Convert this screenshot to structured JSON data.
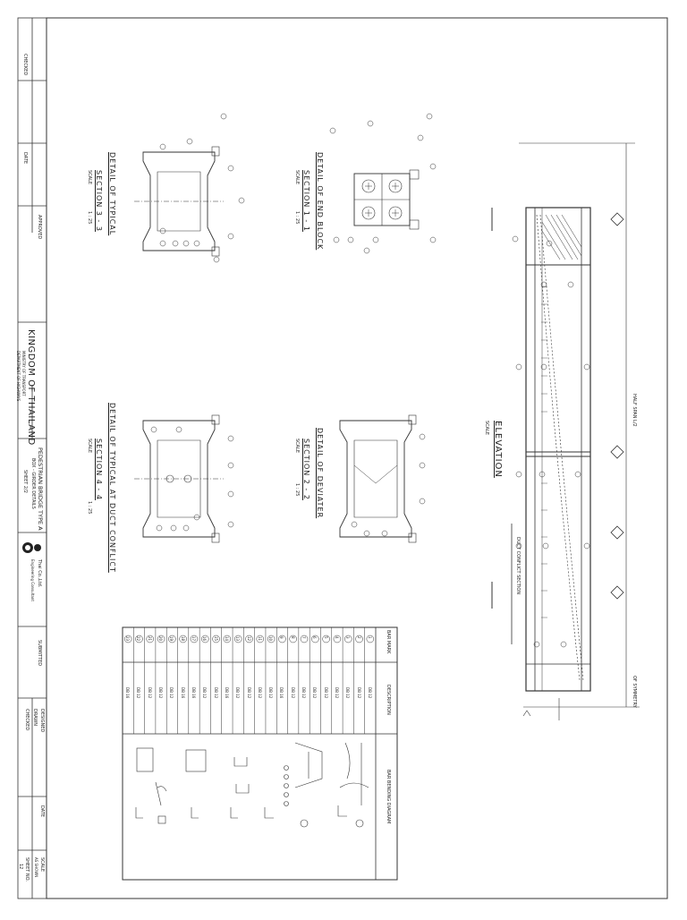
{
  "sheet": {
    "client": "KINGDOM OF THAILAND",
    "ministry": "MINISTRY OF TRANSPORT",
    "department": "DEPARTMENT OF HIGHWAYS",
    "project_title": "PEDESTRIAN BRIDGE TYPE A",
    "drawing_title": "BOX - GIRDER DETAILS",
    "sheet_no": "SHEET 2/2",
    "approved_label": "APPROVED",
    "submitted_label": "SUBMITTED",
    "designed_label": "DESIGNED",
    "drawn_label": "DRAWN",
    "checked_label": "CHECKED",
    "date_label": "DATE",
    "scale_label": "SCALE",
    "scale_value": "AS SHOWN",
    "sheet_label": "SHEET NO.",
    "sheet_value": "12",
    "company": "Thai Co.,Ltd.",
    "company_line": "Engineering Consultant"
  },
  "views": {
    "elevation": "ELEVATION",
    "half_span": "HALF SPAN L/2",
    "symmetry": "OF SYMMETRY",
    "duct_conflict": "DUCT CONFLICT SECTION",
    "section_3_title": "DETAIL OF TYPICAL",
    "section_3_label": "SECTION 3 - 3",
    "section_1_title": "DETAIL OF END BLOCK",
    "section_1_label": "SECTION 1 - 1",
    "section_4_title": "DETAIL OF TYPICAL AT DUCT CONFLICT",
    "section_4_label": "SECTION 4 - 4",
    "section_2_title": "DETAIL OF DEVIATER",
    "section_2_label": "SECTION 2 - 2",
    "scale_text": "SCALE",
    "scale_ratio": "1 : 25"
  },
  "bar_schedule": {
    "headers": [
      "BAR MARK",
      "DESCRIPTION",
      "BAR BENDING DIAGRAM"
    ],
    "rows": [
      {
        "mark": "1",
        "desc": "DB 12"
      },
      {
        "mark": "2",
        "desc": "DB 12"
      },
      {
        "mark": "3",
        "desc": "DB 12"
      },
      {
        "mark": "4",
        "desc": "DB 12"
      },
      {
        "mark": "5",
        "desc": "DB 12"
      },
      {
        "mark": "6",
        "desc": "DB 12"
      },
      {
        "mark": "7",
        "desc": "DB 12"
      },
      {
        "mark": "8",
        "desc": "DB 12"
      },
      {
        "mark": "9",
        "desc": "DB 16"
      },
      {
        "mark": "10",
        "desc": "DB 12"
      },
      {
        "mark": "11",
        "desc": "DB 12"
      },
      {
        "mark": "12",
        "desc": "DB 12"
      },
      {
        "mark": "13",
        "desc": "DB 12"
      },
      {
        "mark": "14",
        "desc": "DB 16"
      },
      {
        "mark": "15",
        "desc": "DB 12"
      },
      {
        "mark": "16",
        "desc": "DB 12"
      },
      {
        "mark": "17",
        "desc": "DB 16"
      },
      {
        "mark": "18",
        "desc": "DB 16"
      },
      {
        "mark": "19",
        "desc": "DB 12"
      },
      {
        "mark": "20",
        "desc": "DB 12"
      },
      {
        "mark": "21",
        "desc": "DB 12"
      },
      {
        "mark": "22",
        "desc": "DB 12"
      },
      {
        "mark": "23",
        "desc": "DB 16"
      }
    ]
  }
}
